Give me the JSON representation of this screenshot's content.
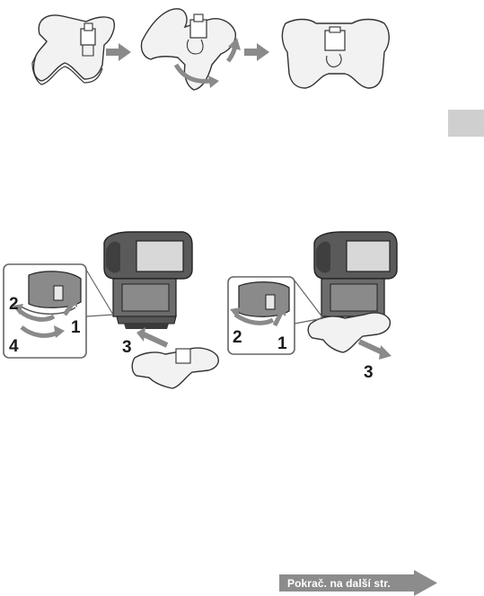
{
  "top_sequence": {
    "frames": [
      "adapter-flat",
      "adapter-bending",
      "adapter-folded"
    ],
    "arrow_color": "#8a8a8a"
  },
  "left_procedure": {
    "steps": [
      "2",
      "1",
      "4",
      "3"
    ]
  },
  "right_procedure": {
    "steps": [
      "2",
      "1",
      "3"
    ]
  },
  "side_tab": {
    "color": "#cfcfcf"
  },
  "footer": {
    "continue_label": "Pokrač. na další str.",
    "banner_color": "#8c8c8c"
  }
}
